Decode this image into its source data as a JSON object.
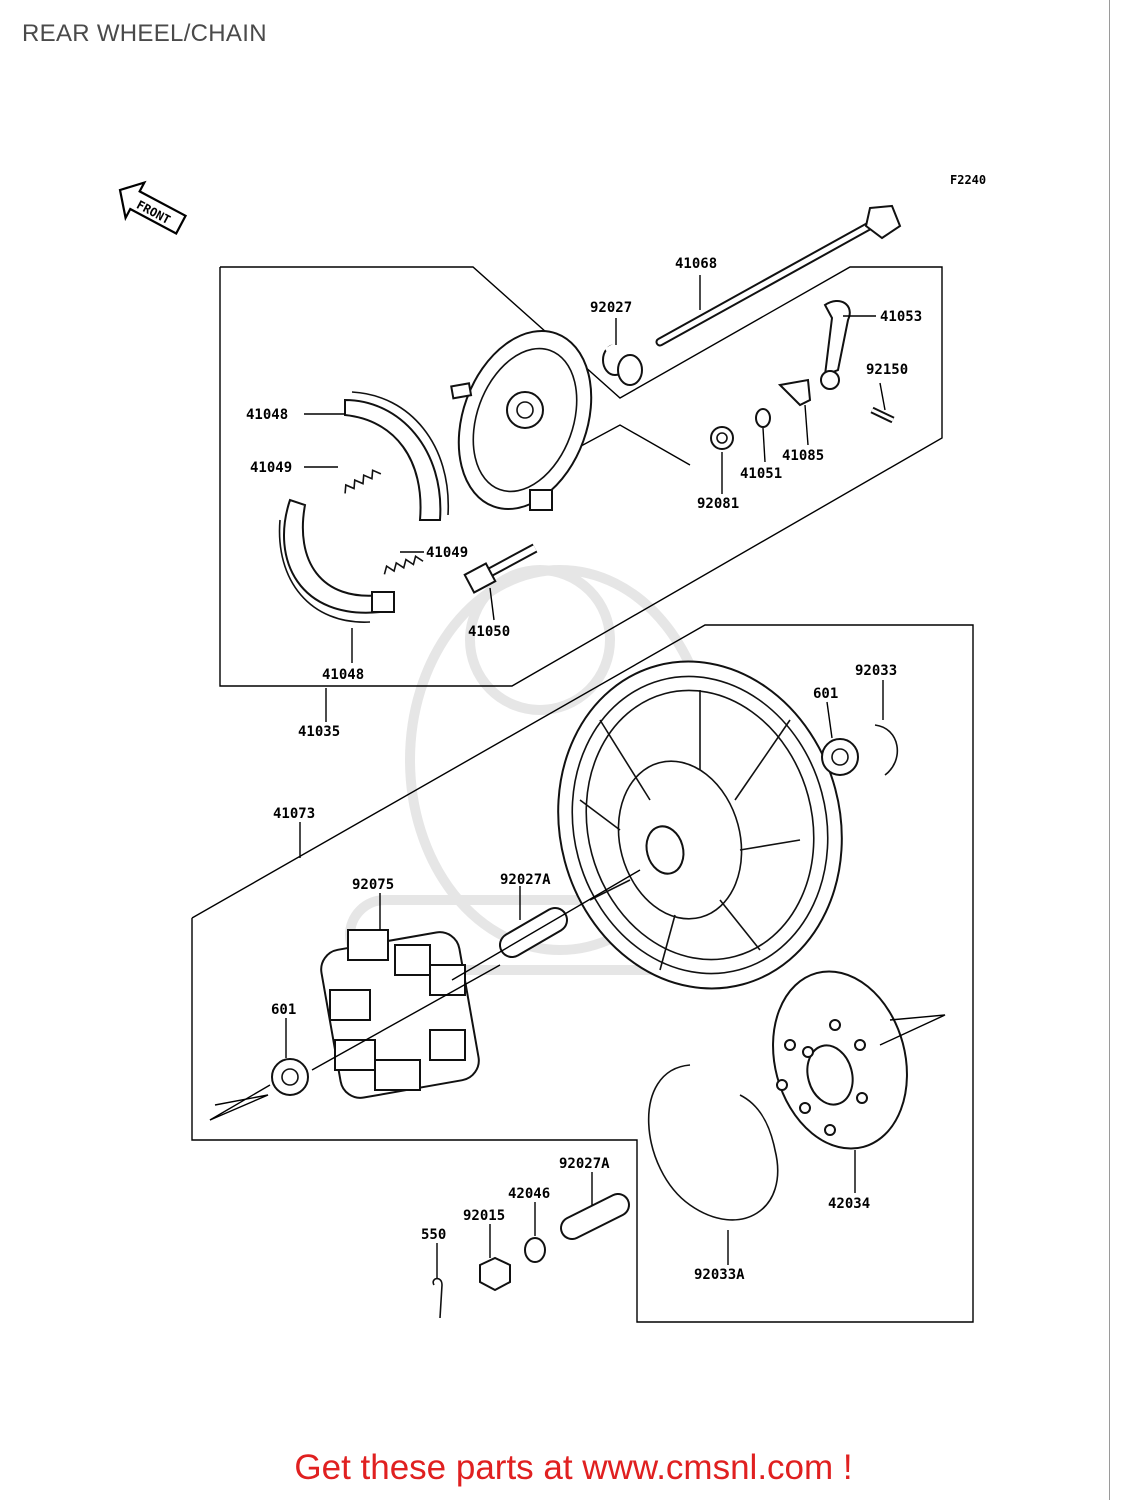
{
  "page": {
    "title": "REAR WHEEL/CHAIN",
    "figure_code": "F2240",
    "front_label": "FRONT"
  },
  "labels": [
    {
      "id": "41068",
      "text": "41068"
    },
    {
      "id": "92027",
      "text": "92027"
    },
    {
      "id": "41053",
      "text": "41053"
    },
    {
      "id": "92150",
      "text": "92150"
    },
    {
      "id": "41048a",
      "text": "41048"
    },
    {
      "id": "41049a",
      "text": "41049"
    },
    {
      "id": "41049b",
      "text": "41049"
    },
    {
      "id": "41085",
      "text": "41085"
    },
    {
      "id": "41051",
      "text": "41051"
    },
    {
      "id": "92081",
      "text": "92081"
    },
    {
      "id": "41050",
      "text": "41050"
    },
    {
      "id": "41048b",
      "text": "41048"
    },
    {
      "id": "41035",
      "text": "41035"
    },
    {
      "id": "92033",
      "text": "92033"
    },
    {
      "id": "601a",
      "text": "601"
    },
    {
      "id": "41073",
      "text": "41073"
    },
    {
      "id": "92075",
      "text": "92075"
    },
    {
      "id": "92027A",
      "text": "92027A"
    },
    {
      "id": "601b",
      "text": "601"
    },
    {
      "id": "92027Ab",
      "text": "92027A"
    },
    {
      "id": "42046",
      "text": "42046"
    },
    {
      "id": "92015",
      "text": "92015"
    },
    {
      "id": "550",
      "text": "550"
    },
    {
      "id": "42034",
      "text": "42034"
    },
    {
      "id": "92033A",
      "text": "92033A"
    }
  ],
  "footer": {
    "cta": "Get these parts at www.cmsnl.com !"
  }
}
